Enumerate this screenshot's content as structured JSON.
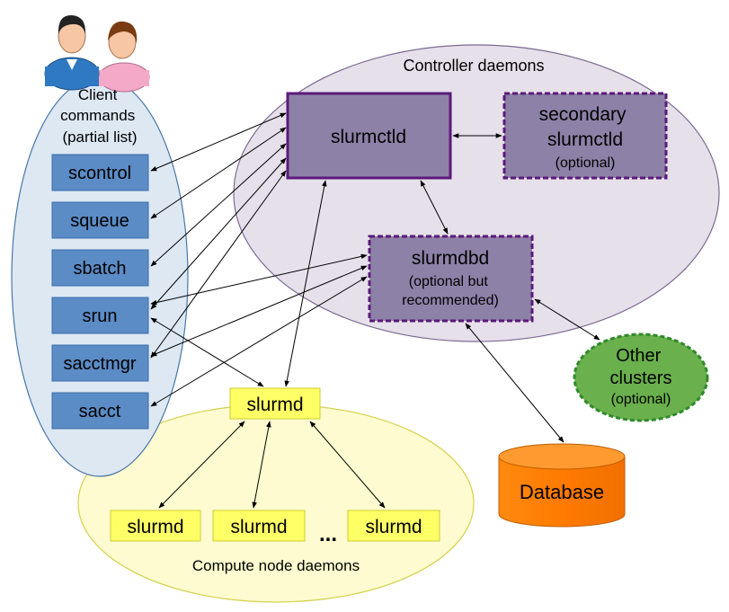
{
  "users_icon": "users-icon",
  "client": {
    "title_lines": [
      "Client",
      "commands",
      "(partial list)"
    ],
    "commands": [
      "scontrol",
      "squeue",
      "sbatch",
      "srun",
      "sacctmgr",
      "sacct"
    ]
  },
  "controller": {
    "title": "Controller daemons",
    "slurmctld": "slurmctld",
    "secondary_lines": [
      "secondary",
      "slurmctld"
    ],
    "secondary_note": "(optional)",
    "slurmdbd": "slurmdbd",
    "slurmdbd_note_lines": [
      "(optional but",
      "recommended)"
    ]
  },
  "compute": {
    "title": "Compute node daemons",
    "main_node": "slurmd",
    "nodes": [
      "slurmd",
      "slurmd",
      "slurmd"
    ],
    "ellipsis": "..."
  },
  "other_clusters": {
    "lines": [
      "Other",
      "clusters"
    ],
    "note": "(optional)"
  },
  "database": "Database",
  "colors": {
    "client_fill": "#dde8f3",
    "client_stroke": "#4a77a8",
    "cmd_fill": "#5b8cc6",
    "controller_fill": "#e6e0ea",
    "controller_stroke": "#7c6a93",
    "daemon_fill": "#8e81a8",
    "daemon_stroke": "#5a1a7a",
    "compute_fill": "#fdfbcf",
    "compute_stroke": "#d6d04c",
    "slurmd_fill": "#ffff66",
    "slurmd_stroke": "#cccc33",
    "other_fill": "#6ab04c",
    "other_stroke": "#2f8a2a",
    "db_fill": "#ff8000",
    "db_stroke": "#c05e00"
  }
}
